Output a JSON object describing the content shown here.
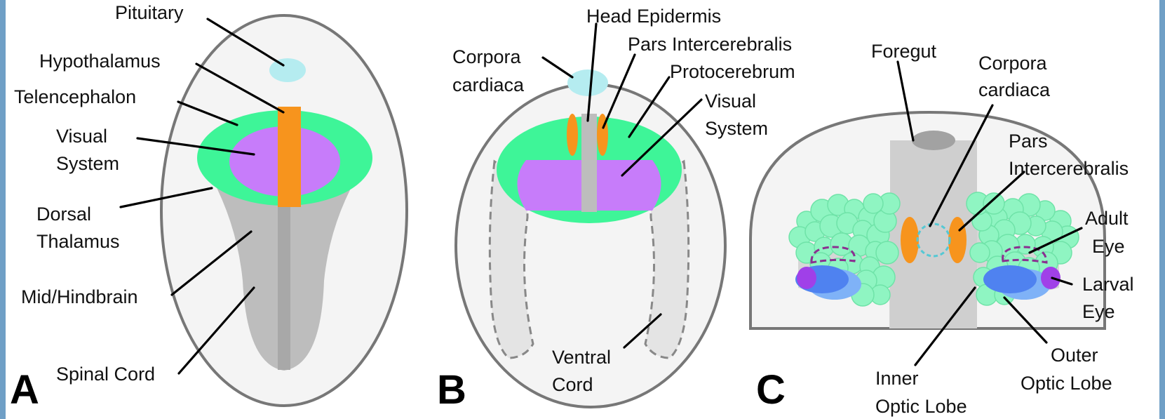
{
  "panels": [
    {
      "letter": "A",
      "labels": {
        "pituitary": "Pituitary",
        "hypothalamus": "Hypothalamus",
        "telencephalon": "Telencephalon",
        "visual_1": "Visual",
        "visual_2": "System",
        "dorsal_1": "Dorsal",
        "dorsal_2": "Thalamus",
        "midhind": "Mid/Hindbrain",
        "spinal": "Spinal Cord"
      }
    },
    {
      "letter": "B",
      "labels": {
        "head_epidermis": "Head Epidermis",
        "pars": "Pars Intercerebralis",
        "protocerebrum": "Protocerebrum",
        "corpora_1": "Corpora",
        "corpora_2": "cardiaca",
        "visual_1": "Visual",
        "visual_2": "System",
        "ventral_1": "Ventral",
        "ventral_2": "Cord"
      }
    },
    {
      "letter": "C",
      "labels": {
        "foregut": "Foregut",
        "corpora_1": "Corpora",
        "corpora_2": "cardiaca",
        "pars_1": "Pars",
        "pars_2": "Intercerebralis",
        "adult_1": "Adult",
        "adult_2": "Eye",
        "larval_1": "Larval",
        "larval_2": "Eye",
        "outer_1": "Outer",
        "outer_2": "Optic Lobe",
        "inner_1": "Inner",
        "inner_2": "Optic Lobe"
      }
    }
  ],
  "colors": {
    "background": "#6f9fc6",
    "panel": "#ffffff",
    "outline": "#777777",
    "embryo_fill": "#f4f4f4",
    "neural_gray": "#bdbdbd",
    "midline_gray": "#a8a8a8",
    "telencephalon_green": "#3ef598",
    "visual_purple": "#c77cfa",
    "midline_orange": "#f7941d",
    "pituitary_cyan": "#b5ecf0",
    "cluster_green": "#8ff5c2",
    "optic_blue": "#4f82f0",
    "optic_light_blue": "#7fb2f7",
    "eye_purple": "#a040e8",
    "adult_eye_dash": "#8a3090"
  }
}
